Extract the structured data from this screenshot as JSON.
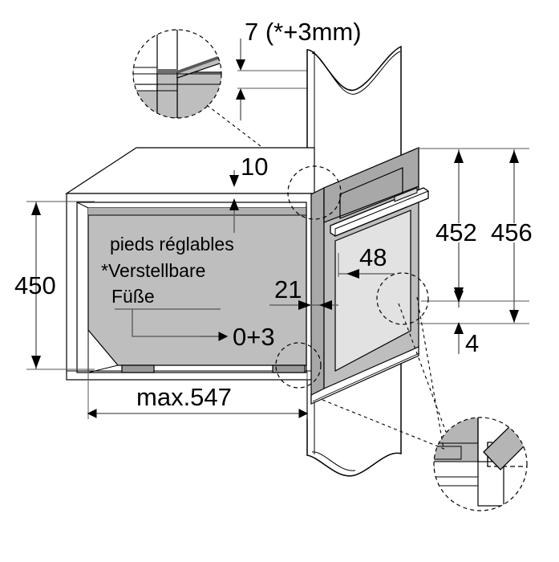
{
  "document": {
    "kind": "appliance-installation-dimension-drawing",
    "background_color": "#ffffff"
  },
  "notes": {
    "line_fr": "pieds réglables",
    "line_de_1": "*Verstellbare",
    "line_de_2": "Füße"
  },
  "dimensions": {
    "top_gap": "7 (*+3mm)",
    "top_inner": "10",
    "niche_height": "450",
    "door_offset": "21",
    "clearance": "0+3",
    "niche_depth": "max.547",
    "window_offset": "48",
    "appliance_height_a": "452",
    "appliance_height_b": "456",
    "bottom_gap": "4"
  },
  "colors": {
    "interior_gray": "#bebebe",
    "panel_gray": "#a8a8a8",
    "glass_gray": "#e2e2e2",
    "foot_gray": "#9a9a9a",
    "line_black": "#000000",
    "dimension_gray": "#555555"
  }
}
